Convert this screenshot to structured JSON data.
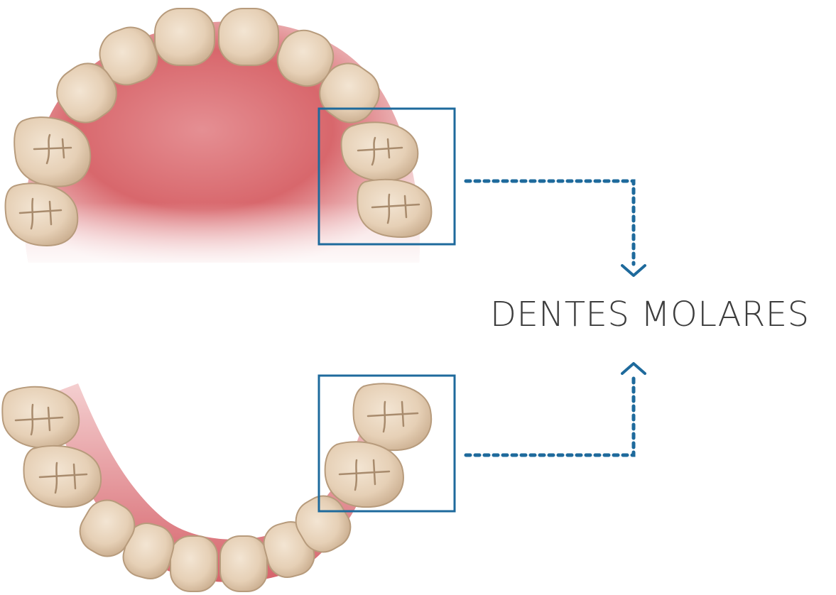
{
  "label": "DENTES MOLARES",
  "colors": {
    "callout": "#1e6a9c",
    "gum": "#d96a6e",
    "gum_light": "#f2c4c6",
    "tooth": "#ecd9c3",
    "tooth_shadow": "#c9ad8f",
    "label_text": "#3d3d3d"
  },
  "arches": [
    {
      "name": "upper-arch",
      "highlighted_molars": 2
    },
    {
      "name": "lower-arch",
      "highlighted_molars": 2
    }
  ]
}
